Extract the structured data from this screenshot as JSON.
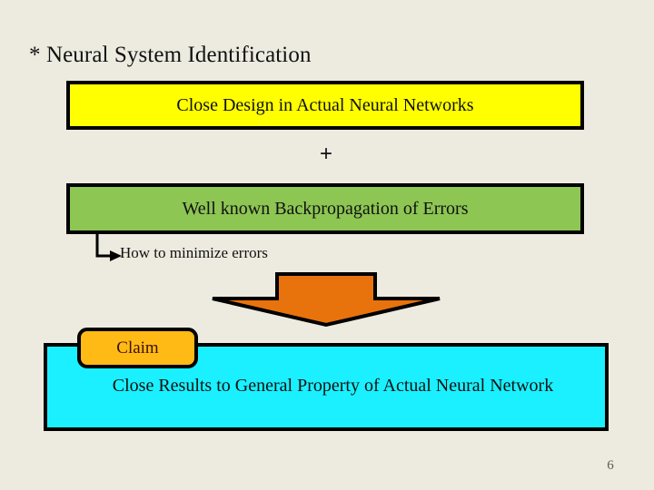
{
  "slide": {
    "page_number": "6",
    "title": "* Neural System Identification",
    "background_color": "#edebe0"
  },
  "boxes": {
    "yellow_banner": {
      "text": "Close Design in Actual Neural Networks",
      "fill_color": "#ffff00",
      "border_color": "#000000"
    },
    "green_banner": {
      "text": "Well known Backpropagation of Errors",
      "fill_color": "#8dc653",
      "border_color": "#000000"
    },
    "cyan_banner": {
      "text": "Close Results to General Property of Actual Neural Network",
      "fill_color": "#1af0ff",
      "border_color": "#000000"
    },
    "claim_callout": {
      "text": "Claim",
      "fill_color": "#ffba16",
      "border_color": "#000000",
      "text_color": "#3d1008"
    }
  },
  "connectors": {
    "plus_operator": "+",
    "elbow_label": "How to minimize errors",
    "elbow_icon": "elbow-arrow-right-icon",
    "big_arrow_icon": "block-arrow-down-icon",
    "big_arrow_color": "#e8730d",
    "big_arrow_outline": "#000000"
  }
}
